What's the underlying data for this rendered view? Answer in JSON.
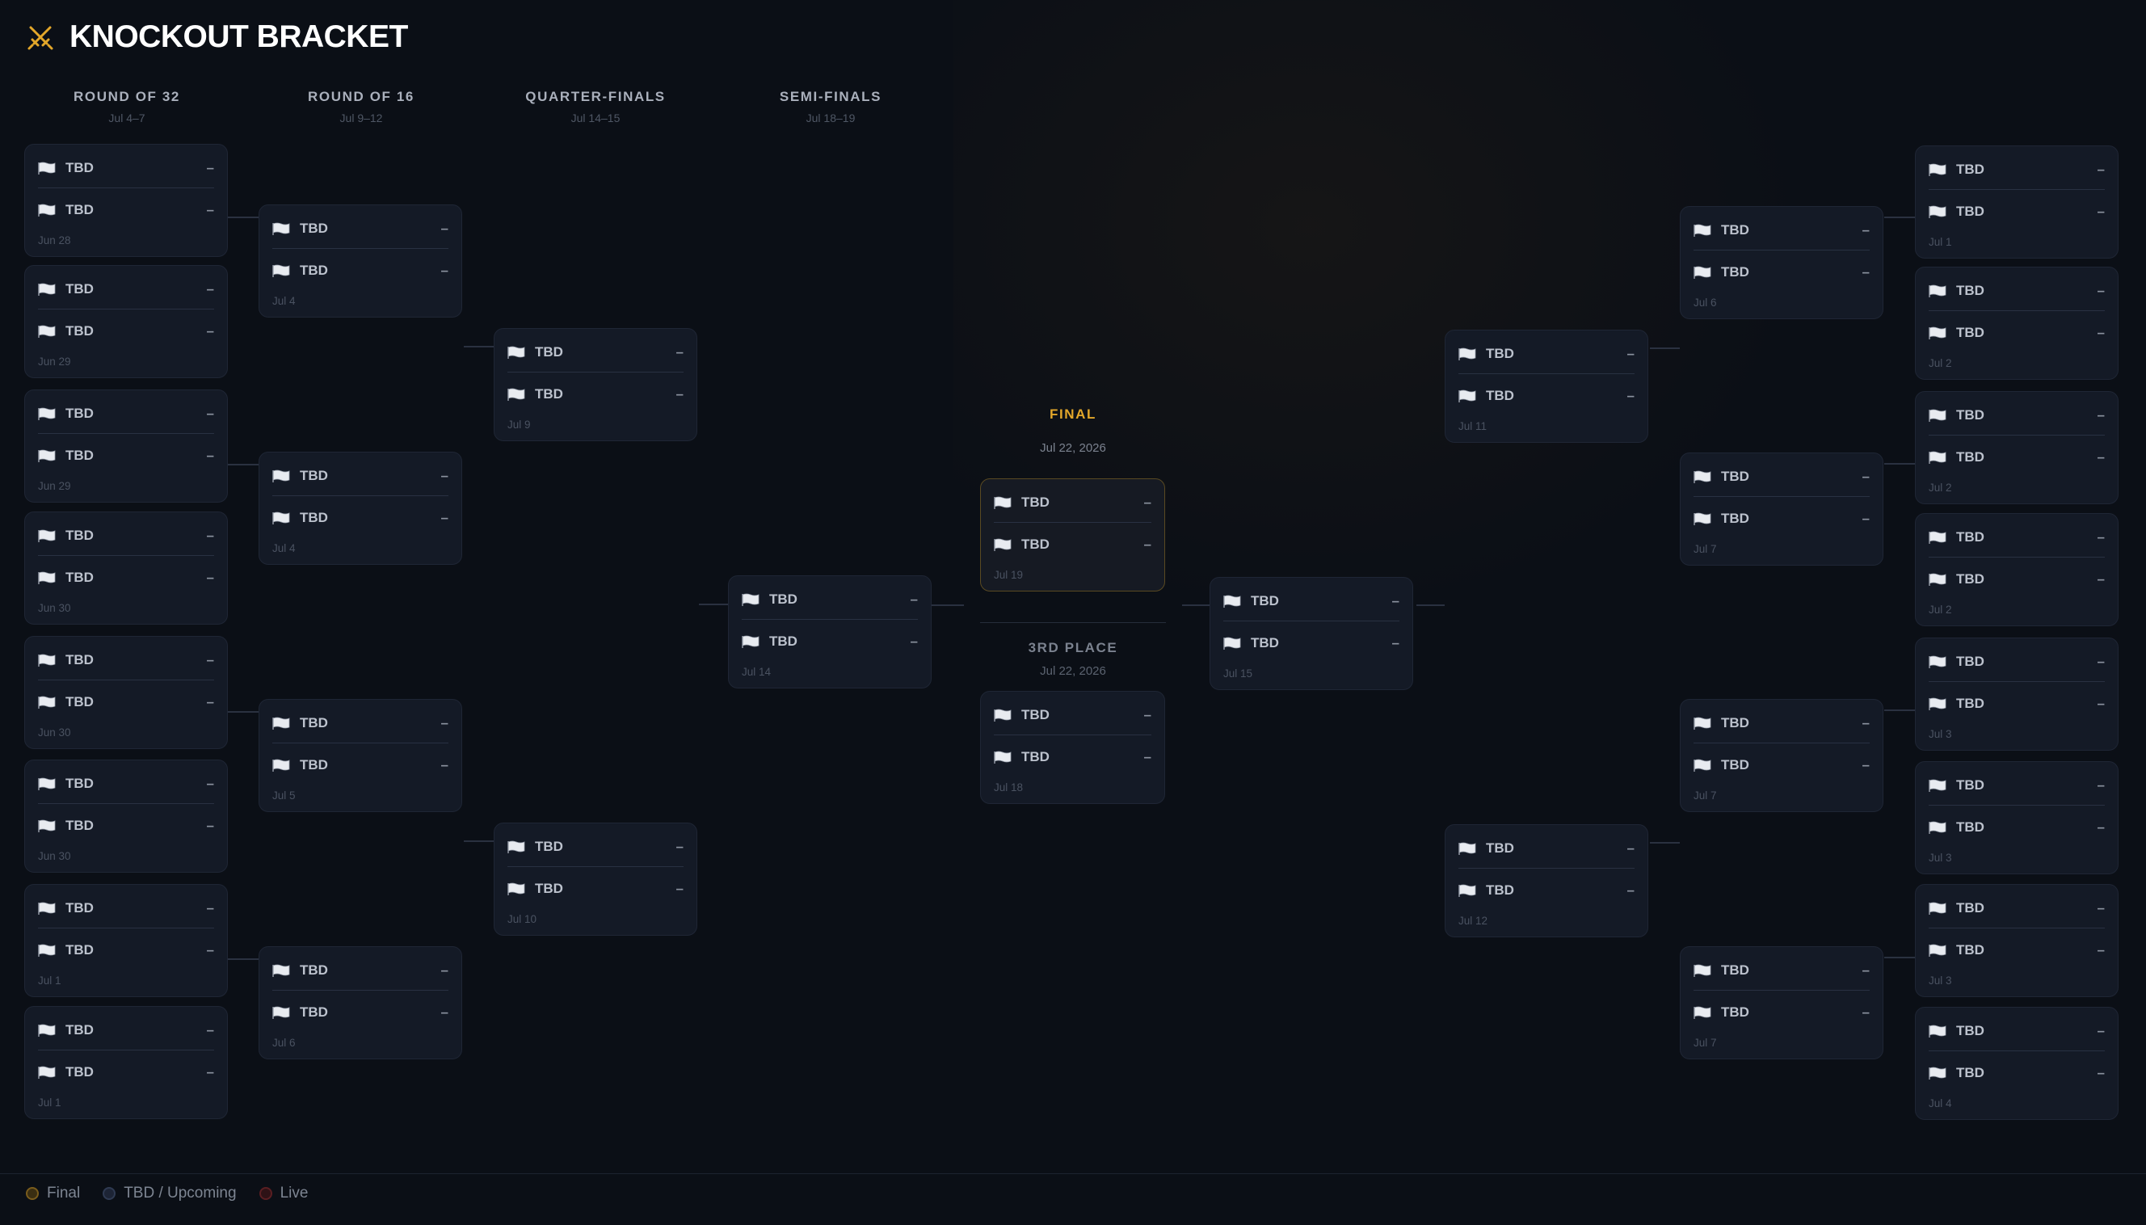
{
  "header": {
    "title": "KNOCKOUT BRACKET",
    "icon": "crossed-swords-icon",
    "accent": "#e3a72a"
  },
  "rounds": [
    {
      "name": "ROUND OF 32",
      "dates": "Jul 4–7"
    },
    {
      "name": "ROUND OF 16",
      "dates": "Jul 9–12"
    },
    {
      "name": "QUARTER-FINALS",
      "dates": "Jul 14–15"
    },
    {
      "name": "SEMI-FINALS",
      "dates": "Jul 18–19"
    }
  ],
  "left": {
    "r32": [
      {
        "home": "TBD",
        "away": "TBD",
        "home_score": "–",
        "away_score": "–",
        "date": "Jun 28"
      },
      {
        "home": "TBD",
        "away": "TBD",
        "home_score": "–",
        "away_score": "–",
        "date": "Jun 29"
      },
      {
        "home": "TBD",
        "away": "TBD",
        "home_score": "–",
        "away_score": "–",
        "date": "Jun 29"
      },
      {
        "home": "TBD",
        "away": "TBD",
        "home_score": "–",
        "away_score": "–",
        "date": "Jun 30"
      },
      {
        "home": "TBD",
        "away": "TBD",
        "home_score": "–",
        "away_score": "–",
        "date": "Jun 30"
      },
      {
        "home": "TBD",
        "away": "TBD",
        "home_score": "–",
        "away_score": "–",
        "date": "Jun 30"
      },
      {
        "home": "TBD",
        "away": "TBD",
        "home_score": "–",
        "away_score": "–",
        "date": "Jul 1"
      },
      {
        "home": "TBD",
        "away": "TBD",
        "home_score": "–",
        "away_score": "–",
        "date": "Jul 1"
      }
    ],
    "r16": [
      {
        "home": "TBD",
        "away": "TBD",
        "home_score": "–",
        "away_score": "–",
        "date": "Jul 4"
      },
      {
        "home": "TBD",
        "away": "TBD",
        "home_score": "–",
        "away_score": "–",
        "date": "Jul 4"
      },
      {
        "home": "TBD",
        "away": "TBD",
        "home_score": "–",
        "away_score": "–",
        "date": "Jul 5"
      },
      {
        "home": "TBD",
        "away": "TBD",
        "home_score": "–",
        "away_score": "–",
        "date": "Jul 6"
      }
    ],
    "qf": [
      {
        "home": "TBD",
        "away": "TBD",
        "home_score": "–",
        "away_score": "–",
        "date": "Jul 9"
      },
      {
        "home": "TBD",
        "away": "TBD",
        "home_score": "–",
        "away_score": "–",
        "date": "Jul 10"
      }
    ],
    "sf": [
      {
        "home": "TBD",
        "away": "TBD",
        "home_score": "–",
        "away_score": "–",
        "date": "Jul 14"
      }
    ]
  },
  "right": {
    "r32": [
      {
        "home": "TBD",
        "away": "TBD",
        "home_score": "–",
        "away_score": "–",
        "date": "Jul 1"
      },
      {
        "home": "TBD",
        "away": "TBD",
        "home_score": "–",
        "away_score": "–",
        "date": "Jul 2"
      },
      {
        "home": "TBD",
        "away": "TBD",
        "home_score": "–",
        "away_score": "–",
        "date": "Jul 2"
      },
      {
        "home": "TBD",
        "away": "TBD",
        "home_score": "–",
        "away_score": "–",
        "date": "Jul 2"
      },
      {
        "home": "TBD",
        "away": "TBD",
        "home_score": "–",
        "away_score": "–",
        "date": "Jul 3"
      },
      {
        "home": "TBD",
        "away": "TBD",
        "home_score": "–",
        "away_score": "–",
        "date": "Jul 3"
      },
      {
        "home": "TBD",
        "away": "TBD",
        "home_score": "–",
        "away_score": "–",
        "date": "Jul 3"
      },
      {
        "home": "TBD",
        "away": "TBD",
        "home_score": "–",
        "away_score": "–",
        "date": "Jul 4"
      }
    ],
    "r16": [
      {
        "home": "TBD",
        "away": "TBD",
        "home_score": "–",
        "away_score": "–",
        "date": "Jul 6"
      },
      {
        "home": "TBD",
        "away": "TBD",
        "home_score": "–",
        "away_score": "–",
        "date": "Jul 7"
      },
      {
        "home": "TBD",
        "away": "TBD",
        "home_score": "–",
        "away_score": "–",
        "date": "Jul 7"
      },
      {
        "home": "TBD",
        "away": "TBD",
        "home_score": "–",
        "away_score": "–",
        "date": "Jul 7"
      }
    ],
    "qf": [
      {
        "home": "TBD",
        "away": "TBD",
        "home_score": "–",
        "away_score": "–",
        "date": "Jul 11"
      },
      {
        "home": "TBD",
        "away": "TBD",
        "home_score": "–",
        "away_score": "–",
        "date": "Jul 12"
      }
    ],
    "sf": [
      {
        "home": "TBD",
        "away": "TBD",
        "home_score": "–",
        "away_score": "–",
        "date": "Jul 15"
      }
    ]
  },
  "final": {
    "label": "FINAL",
    "date": "Jul 22, 2026",
    "match": {
      "home": "TBD",
      "away": "TBD",
      "home_score": "–",
      "away_score": "–",
      "date": "Jul 19"
    }
  },
  "third_place": {
    "label": "3RD PLACE",
    "date": "Jul 22, 2026",
    "match": {
      "home": "TBD",
      "away": "TBD",
      "home_score": "–",
      "away_score": "–",
      "date": "Jul 18"
    }
  },
  "legend": [
    {
      "label": "Final",
      "color": "#e3a72a"
    },
    {
      "label": "TBD / Upcoming",
      "color": "#5a6a8a"
    },
    {
      "label": "Live",
      "color": "#d33a3a"
    }
  ]
}
